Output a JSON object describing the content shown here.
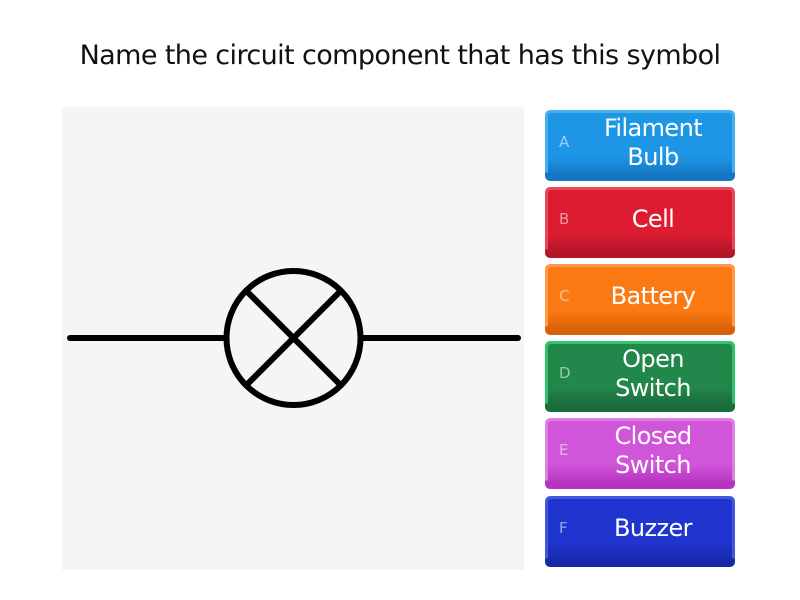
{
  "question": {
    "title": "Name the circuit component that has this symbol"
  },
  "symbol": {
    "icon": "filament-lamp-circuit-symbol",
    "description": "Circle with an X inside, connected by wires on both sides",
    "background_color": "#f5f5f5",
    "stroke_color": "#000000"
  },
  "answers": [
    {
      "letter": "A",
      "label": "Filament Bulb",
      "color": "#1e96e6",
      "rim_color": "#4aaef0",
      "shade_color": "#1577c4"
    },
    {
      "letter": "B",
      "label": "Cell",
      "color": "#dd1c32",
      "rim_color": "#e8485a",
      "shade_color": "#b3152a"
    },
    {
      "letter": "C",
      "label": "Battery",
      "color": "#fb7a13",
      "rim_color": "#fd9a45",
      "shade_color": "#d86208"
    },
    {
      "letter": "D",
      "label": "Open Switch",
      "color": "#22874a",
      "rim_color": "#2fc567",
      "shade_color": "#1a6b3a"
    },
    {
      "letter": "E",
      "label": "Closed Switch",
      "color": "#d055d8",
      "rim_color": "#dc80e2",
      "shade_color": "#b633c0"
    },
    {
      "letter": "F",
      "label": "Buzzer",
      "color": "#2035d0",
      "rim_color": "#4458dc",
      "shade_color": "#1828a8"
    }
  ]
}
